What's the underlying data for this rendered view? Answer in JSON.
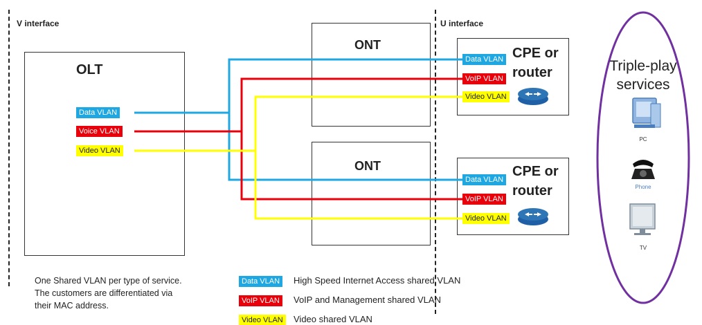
{
  "interfaces": {
    "v": "V interface",
    "u": "U interface"
  },
  "olt": {
    "title": "OLT",
    "tags": {
      "data": "Data VLAN",
      "voice": "Voice VLAN",
      "video": "Video VLAN"
    }
  },
  "ont_top": {
    "title": "ONT"
  },
  "ont_bottom": {
    "title": "ONT"
  },
  "cpe_top": {
    "title_line1": "CPE or",
    "title_line2": "router",
    "tags": {
      "data": "Data VLAN",
      "voip": "VoIP VLAN",
      "video": "Video VLAN"
    }
  },
  "cpe_bottom": {
    "title_line1": "CPE or",
    "title_line2": "router",
    "tags": {
      "data": "Data VLAN",
      "voip": "VoIP VLAN",
      "video": "Video VLAN"
    }
  },
  "triple_play": {
    "title_line1": "Triple-play",
    "title_line2": "services",
    "devices": {
      "pc": "PC",
      "phone": "Phone",
      "tv": "TV"
    }
  },
  "note": {
    "line1": "One Shared VLAN per type of service.",
    "line2": "The customers are differentiated via",
    "line3": "their MAC address."
  },
  "legend": {
    "data": {
      "tag": "Data VLAN",
      "text": "High Speed Internet Access shared VLAN"
    },
    "voip": {
      "tag": "VoIP VLAN",
      "text": "VoIP and Management shared VLAN"
    },
    "video": {
      "tag": "Video VLAN",
      "text": "Video shared VLAN"
    }
  },
  "colors": {
    "data": "#1ea7e0",
    "voip": "#e8000b",
    "video": "#ffff00",
    "ellipse": "#7030a0",
    "router": "#2e75b6"
  }
}
